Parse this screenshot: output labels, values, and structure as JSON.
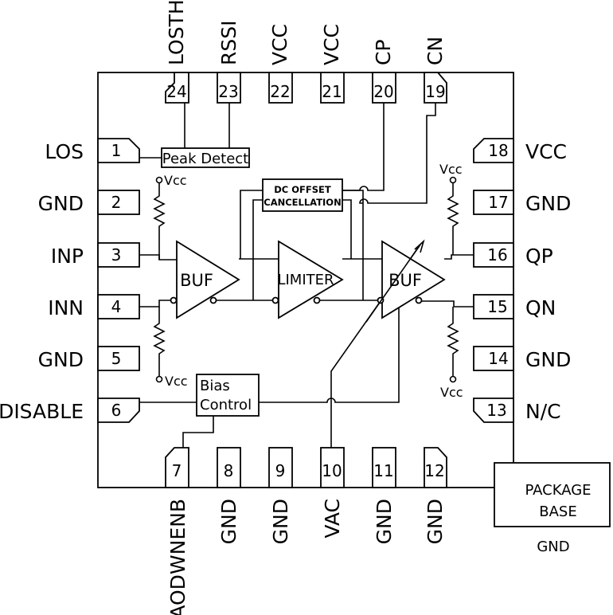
{
  "pins": {
    "top": [
      {
        "num": "24",
        "name": "LOSTH"
      },
      {
        "num": "23",
        "name": "RSSI"
      },
      {
        "num": "22",
        "name": "VCC"
      },
      {
        "num": "21",
        "name": "VCC"
      },
      {
        "num": "20",
        "name": "CP"
      },
      {
        "num": "19",
        "name": "CN"
      }
    ],
    "left": [
      {
        "num": "1",
        "name": "LOS"
      },
      {
        "num": "2",
        "name": "GND"
      },
      {
        "num": "3",
        "name": "INP"
      },
      {
        "num": "4",
        "name": "INN"
      },
      {
        "num": "5",
        "name": "GND"
      },
      {
        "num": "6",
        "name": "DISABLE"
      }
    ],
    "right": [
      {
        "num": "18",
        "name": "VCC"
      },
      {
        "num": "17",
        "name": "GND"
      },
      {
        "num": "16",
        "name": "QP"
      },
      {
        "num": "15",
        "name": "QN"
      },
      {
        "num": "14",
        "name": "GND"
      },
      {
        "num": "13",
        "name": "N/C"
      }
    ],
    "bottom": [
      {
        "num": "7",
        "name": "AODWNENB"
      },
      {
        "num": "8",
        "name": "GND"
      },
      {
        "num": "9",
        "name": "GND"
      },
      {
        "num": "10",
        "name": "VAC"
      },
      {
        "num": "11",
        "name": "GND"
      },
      {
        "num": "12",
        "name": "GND"
      }
    ]
  },
  "blocks": {
    "peak_detect": "Peak Detect",
    "dc_offset_1": "DC OFFSET",
    "dc_offset_2": "CANCELLATION",
    "buf_in": "BUF",
    "limiter": "LIMITER",
    "buf_out": "BUF",
    "bias_1": "Bias",
    "bias_2": "Control",
    "package_1": "PACKAGE",
    "package_2": "BASE",
    "package_gnd": "GND"
  },
  "vcc_label": "Vcc"
}
